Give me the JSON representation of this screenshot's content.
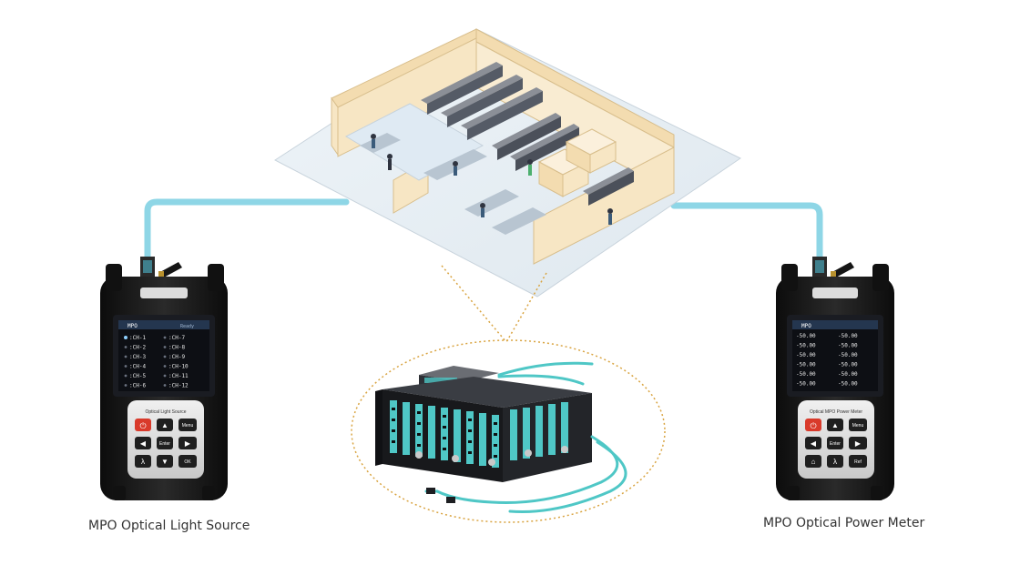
{
  "captions": {
    "light_source": "MPO Optical Light Source",
    "power_meter": "MPO Optical Power Meter"
  },
  "light_source_device": {
    "screen_title": "MPO",
    "screen_mode": "Ready",
    "channels_left": [
      ":CH-1",
      ":CH-2",
      ":CH-3",
      ":CH-4",
      ":CH-5",
      ":CH-6"
    ],
    "channels_right": [
      ":CH-7",
      ":CH-8",
      ":CH-9",
      ":CH-10",
      ":CH-11",
      ":CH-12"
    ],
    "panel_label": "Optical Light Source",
    "keys": {
      "menu": "Menu",
      "enter": "Enter",
      "lambda": "λ",
      "ok": "OK"
    }
  },
  "power_meter_device": {
    "screen_title": "MPO",
    "readings": [
      "-50.00",
      "-50.00",
      "-50.00",
      "-50.00",
      "-50.00",
      "-50.00",
      "-50.00",
      "-50.00",
      "-50.00",
      "-50.00",
      "-50.00",
      "-50.00"
    ],
    "panel_label": "Optical MPO Power Meter",
    "keys": {
      "menu": "Menu",
      "enter": "Enter",
      "lambda": "λ",
      "ref": "Ref"
    }
  },
  "colors": {
    "fiber": "#8ed6e6",
    "dotted_connector": "#d9a441",
    "room_wall": "#f7e6c4",
    "device_body": "#1e1e1e",
    "device_panel": "#e6e6e6",
    "power_key": "#d93a2b",
    "screen_bg": "#0d0f14",
    "rack_cable": "#4fc7c6"
  }
}
